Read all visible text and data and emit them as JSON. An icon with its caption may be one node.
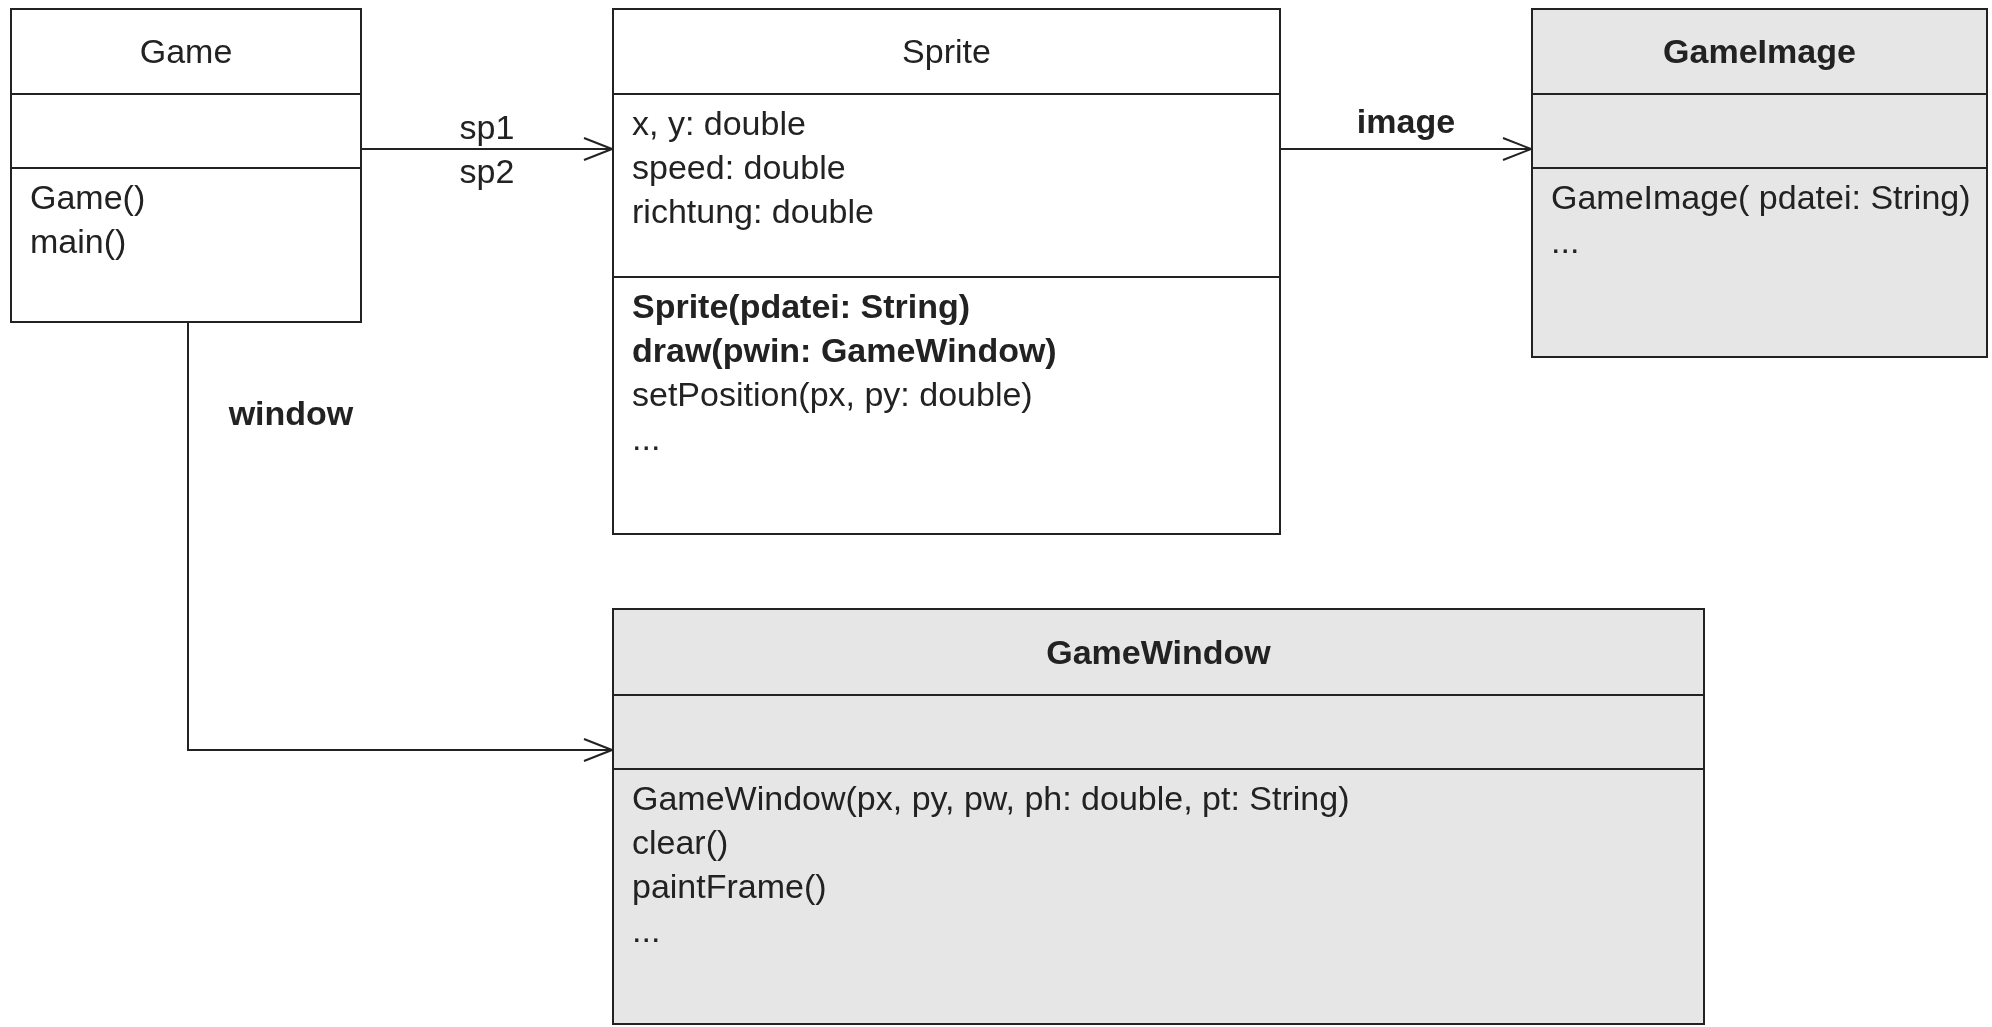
{
  "diagram": {
    "nodes": [
      {
        "text": [
          "Game",
          "Game()",
          "main()"
        ]
      },
      {
        "text": [
          "Sprite",
          "x, y: double",
          "speed: double",
          "richtung: double",
          "**Sprite(pdatei: String)**",
          "**draw(pwin: GameWindow)**",
          "setPosition(px, py: double)",
          "..."
        ]
      },
      {
        "text": [
          "GameImage",
          "GameImage( pdatei: String)",
          "..."
        ]
      },
      {
        "text": [
          "GameWindow",
          "GameWindow(px, py, pw, ph: double, pt: String)",
          "clear()",
          "paintFrame()",
          "..."
        ]
      }
    ],
    "edges": [
      {
        "from": 0,
        "to": 1,
        "arrow": "to",
        "label": "sp1 sp2"
      },
      {
        "from": 1,
        "to": 2,
        "arrow": "to",
        "label": "image"
      },
      {
        "from": 0,
        "to": 3,
        "arrow": "to",
        "label": "window"
      }
    ]
  }
}
